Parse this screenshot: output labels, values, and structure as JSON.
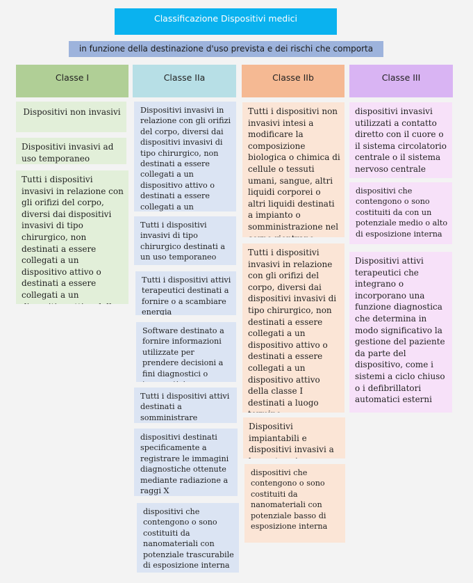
{
  "title": "Classificazione Dispositivi medici",
  "subtitle": "in funzione della destinazione d'uso prevista e dei rischi che comporta",
  "columns": [
    {
      "header": "Classe I",
      "items": [
        "Dispositivi non invasivi",
        "Dispositivi invasivi ad uso temporaneo",
        "Tutti i dispositivi invasivi in relazione con gli orifizi del corpo, diversi dai dispositivi invasivi di tipo chirurgico, non destinati a essere collegati a un dispositivo attivo o destinati a essere collegati a un dispositivo attivo della classe I ad uso temporaneo"
      ]
    },
    {
      "header": "Classe IIa",
      "items": [
        "Dispositivi invasivi in relazione con gli orifizi del corpo, diversi dai dispositivi invasivi di tipo chirurgico, non destinati a essere collegati a un dispositivo attivo o destinati a essere collegati a un dispositivo attivo della classe I",
        "Tutti i dispositivi invasivi di tipo chirurgico destinati a un uso temporaneo",
        "Tutti i dispositivi attivi terapeutici destinati a fornire o a scambiare energia",
        "Software destinato a fornire informazioni utilizzate per prendere decisioni a fini diagnostici o terapeutici",
        "Tutti i dispositivi attivi destinati a somministrare medicinali",
        "dispositivi destinati specificamente a registrare le immagini diagnostiche ottenute mediante radiazione a raggi X",
        "dispositivi che contengono o sono costituiti da nanomateriali con potenziale trascurabile di esposizione interna"
      ]
    },
    {
      "header": "Classe IIb",
      "items": [
        "Tutti i dispositivi non invasivi intesi a modificare la composizione biologica o chimica di cellule o tessuti umani, sangue, altri liquidi corporei o altri liquidi destinati a impianto o somministrazione nel corpo rientrano",
        "Tutti i dispositivi invasivi in relazione con gli orifizi del corpo, diversi dai dispositivi invasivi di tipo chirurgico, non destinati a essere collegati a un dispositivo attivo o destinati a essere collegati a un dispositivo attivo della classe I destinati a luogo termine",
        "Dispositivi impiantabili e dispositivi invasivi a lungo termine",
        "dispositivi che contengono o sono costituiti da nanomateriali con potenziale basso di esposizione interna"
      ]
    },
    {
      "header": "Classe III",
      "items": [
        "dispositivi invasivi utilizzati a contatto diretto con il cuore o il sistema circolatorio centrale o il sistema nervoso centrale",
        "dispositivi che contengono o sono costituiti da con un potenziale medio o alto di esposizione interna",
        "Dispositivi attivi terapeutici che integrano o incorporano una funzione diagnostica che determina in modo significativo la gestione del paziente da parte del dispositivo, come i sistemi a ciclo chiuso o i defibrillatori automatici esterni"
      ]
    }
  ]
}
